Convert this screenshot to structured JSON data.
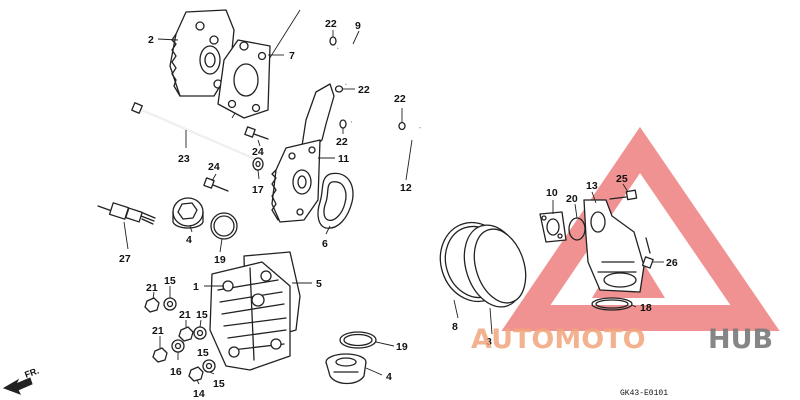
{
  "diagram_code": "GK43-E0101",
  "direction_label": "FR.",
  "watermark": {
    "text_a": "AUTOMOTO",
    "text_b": "HUB",
    "color_a": "#f2a57c",
    "color_b": "#7a7a7a",
    "triangle_color": "#ee7f7f"
  },
  "callouts": {
    "c2": "2",
    "c7": "7",
    "c22a": "22",
    "c9": "9",
    "c22b": "22",
    "c22c": "22",
    "c22d": "22",
    "c23": "23",
    "c24a": "24",
    "c11": "11",
    "c24b": "24",
    "c17": "17",
    "c12": "12",
    "c27": "27",
    "c4a": "4",
    "c19a": "19",
    "c6": "6",
    "c1": "1",
    "c5": "5",
    "c21a": "21",
    "c15a": "15",
    "c21b": "21",
    "c15b": "15",
    "c21c": "21",
    "c15c": "15",
    "c16": "16",
    "c14": "14",
    "c15d": "15",
    "c19b": "19",
    "c4b": "4",
    "c10": "10",
    "c20": "20",
    "c13": "13",
    "c25": "25",
    "c26": "26",
    "c18": "18",
    "c8": "8",
    "c3": "3"
  }
}
